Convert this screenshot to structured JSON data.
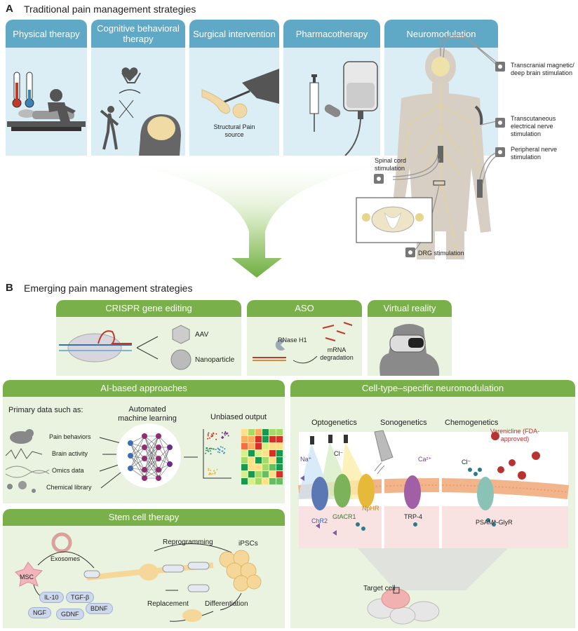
{
  "section_a": {
    "letter": "A",
    "title": "Traditional pain management strategies",
    "panels": [
      {
        "title": "Physical therapy"
      },
      {
        "title": "Cognitive behavioral therapy"
      },
      {
        "title": "Surgical intervention",
        "label": "Structural Pain source"
      },
      {
        "title": "Pharmacotherapy"
      },
      {
        "title": "Neuromodulation"
      }
    ],
    "neuro_labels": {
      "tms": "Transcranial magnetic/ deep brain stimulation",
      "tens": "Transcutaneous electrical nerve stimulation",
      "peripheral": "Peripheral nerve stimulation",
      "spinal": "Spinal cord stimulation",
      "drg": "DRG stimulation"
    }
  },
  "section_b": {
    "letter": "B",
    "title": "Emerging pain management strategies",
    "crispr": {
      "title": "CRISPR gene editing",
      "aav": "AAV",
      "nano": "Nanoparticle"
    },
    "aso": {
      "title": "ASO",
      "rnase": "RNase H1",
      "mrna": "mRNA degradation"
    },
    "vr": {
      "title": "Virtual reality"
    },
    "ai": {
      "title": "AI-based approaches",
      "primary": "Primary data such as:",
      "data_types": [
        "Pain behaviors",
        "Brain activity",
        "Omics data",
        "Chemical library"
      ],
      "automl": "Automated machine learning",
      "output": "Unbiased output"
    },
    "stem": {
      "title": "Stem cell therapy",
      "exosomes": "Exosomes",
      "msc": "MSC",
      "factors": [
        "IL-10",
        "TGF-β",
        "NGF",
        "GDNF",
        "BDNF"
      ],
      "reprogramming": "Reprogramming",
      "ipscs": "iPSCs",
      "replacement": "Replacement",
      "differentiation": "Differentiation"
    },
    "cell": {
      "title": "Cell-type–specific neuromodulation",
      "opto": "Optogenetics",
      "sono": "Sonogenetics",
      "chemo": "Chemogenetics",
      "varenicline": "Varenicline (FDA-approved)",
      "na": "Na⁺",
      "cl": "Cl⁻",
      "ca": "Ca²⁺",
      "cl2": "Cl⁻",
      "chr2": "ChR2",
      "gtacr1": "GtACR1",
      "nphr": "NpHR",
      "trp4": "TRP-4",
      "psam": "PSAMᴬ-GlyR",
      "target": "Target cell"
    }
  }
}
